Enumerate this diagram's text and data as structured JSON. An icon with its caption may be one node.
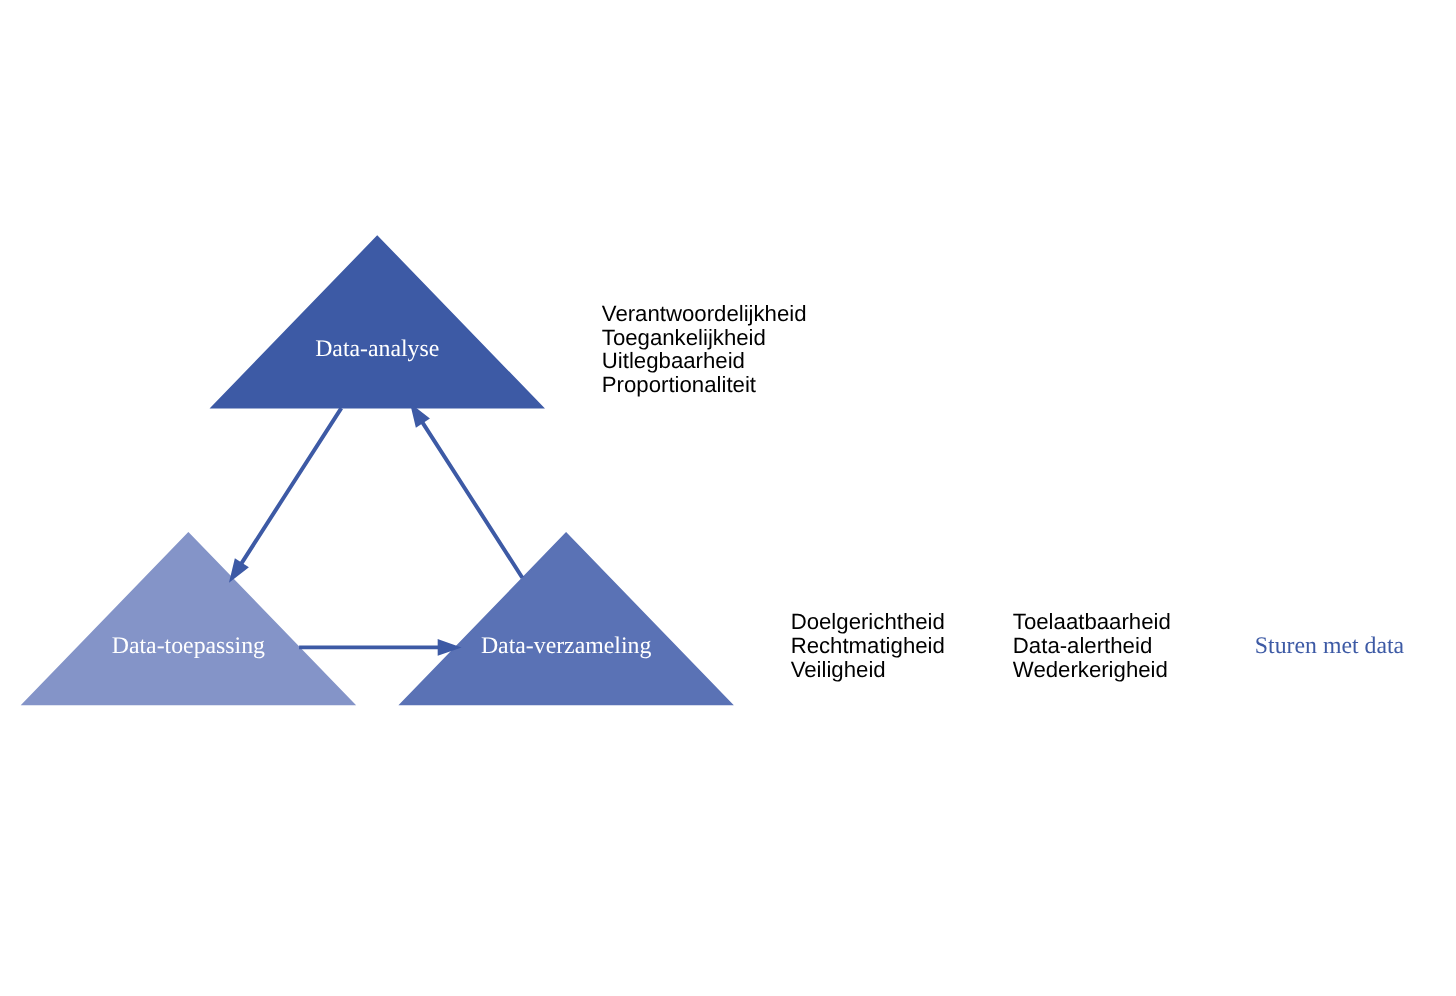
{
  "diagram": {
    "nodes": [
      {
        "text": [
          "Data-analyse"
        ],
        "beside": [
          "Verantwoordelijkheid",
          "Toegankelijkheid",
          "Uitlegbaarheid",
          "Proportionaliteit"
        ]
      },
      {
        "text": [
          "Data-verzameling"
        ],
        "beside": [
          "Doelgerichtheid",
          "Rechtmatigheid",
          "Veiligheid"
        ]
      },
      {
        "text": [
          "Data-toepassing"
        ],
        "beside": [
          "Toelaatbaarheid",
          "Data-alertheid",
          "Wederkerigheid"
        ]
      }
    ],
    "edges": [
      {
        "from": 1,
        "to": 0,
        "arrow": "to"
      },
      {
        "from": 0,
        "to": 2,
        "arrow": "to"
      },
      {
        "from": 2,
        "to": 1,
        "arrow": "to"
      }
    ],
    "labels": [
      "Sturen met data"
    ]
  }
}
